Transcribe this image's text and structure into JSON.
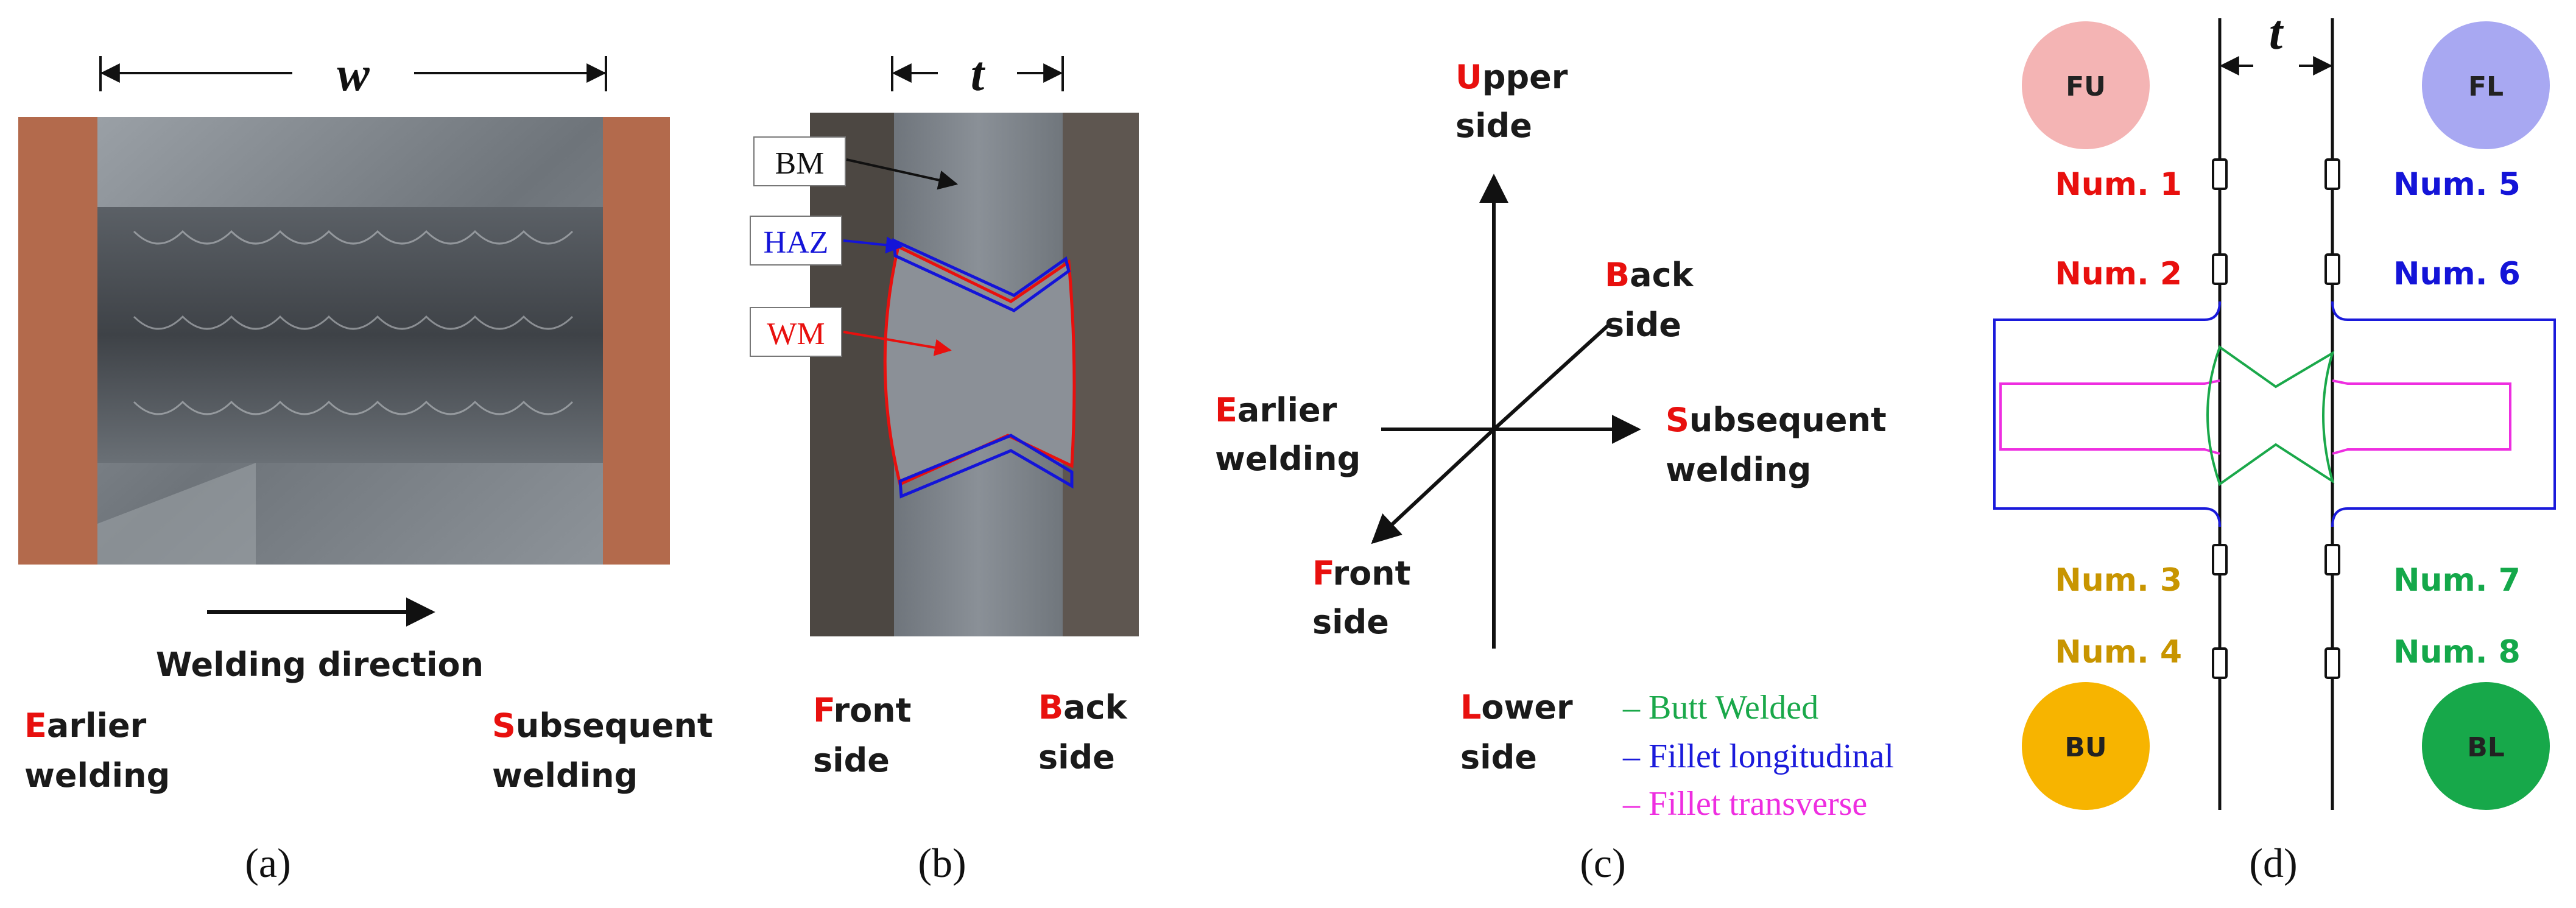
{
  "panel_a": {
    "width_symbol": "w",
    "welding_direction": "Welding direction",
    "earlier_initial": "E",
    "earlier_rest_1": "arlier",
    "earlier_line2": "welding",
    "subsequent_initial": "S",
    "subsequent_rest_1": "ubsequent",
    "subsequent_line2": "welding",
    "caption": "(a)"
  },
  "panel_b": {
    "thickness_symbol": "t",
    "bm_label": "BM",
    "haz_label": "HAZ",
    "wm_label": "WM",
    "front_initial": "F",
    "front_rest_1": "ront",
    "front_line2": "side",
    "back_initial": "B",
    "back_rest_1": "ack",
    "back_line2": "side",
    "caption": "(b)"
  },
  "panel_c": {
    "upper_initial": "U",
    "upper_rest_1": "pper",
    "upper_line2": "side",
    "back_initial": "B",
    "back_rest_1": "ack",
    "back_line2": "side",
    "earlier_initial": "E",
    "earlier_rest_1": "arlier",
    "earlier_line2": "welding",
    "subsequent_initial": "S",
    "subsequent_rest_1": "ubsequent",
    "subsequent_line2": "welding",
    "front_initial": "F",
    "front_rest_1": "ront",
    "front_line2": "side",
    "lower_initial": "L",
    "lower_rest_1": "ower",
    "lower_line2": "side",
    "caption": "(c)"
  },
  "legend": {
    "items": [
      {
        "mark": "–",
        "label": "Butt Welded",
        "color": "#1aa84a"
      },
      {
        "mark": "–",
        "label": "Fillet longitudinal",
        "color": "#1a1adb"
      },
      {
        "mark": "–",
        "label": "Fillet transverse",
        "color": "#ee2ee0"
      }
    ]
  },
  "panel_d": {
    "thickness_symbol": "t",
    "circles": [
      {
        "label": "FU",
        "color": "#f4b4b4"
      },
      {
        "label": "FL",
        "color": "#a8a8f2"
      },
      {
        "label": "BU",
        "color": "#f7b400"
      },
      {
        "label": "BL",
        "color": "#17a84a"
      }
    ],
    "nums": [
      {
        "label": "Num. 1",
        "color": "#e8100e"
      },
      {
        "label": "Num. 2",
        "color": "#e8100e"
      },
      {
        "label": "Num. 5",
        "color": "#1414d8"
      },
      {
        "label": "Num. 6",
        "color": "#1414d8"
      },
      {
        "label": "Num. 3",
        "color": "#c89500"
      },
      {
        "label": "Num. 4",
        "color": "#c89500"
      },
      {
        "label": "Num. 7",
        "color": "#14a84a"
      },
      {
        "label": "Num. 8",
        "color": "#14a84a"
      }
    ],
    "caption": "(d)"
  }
}
